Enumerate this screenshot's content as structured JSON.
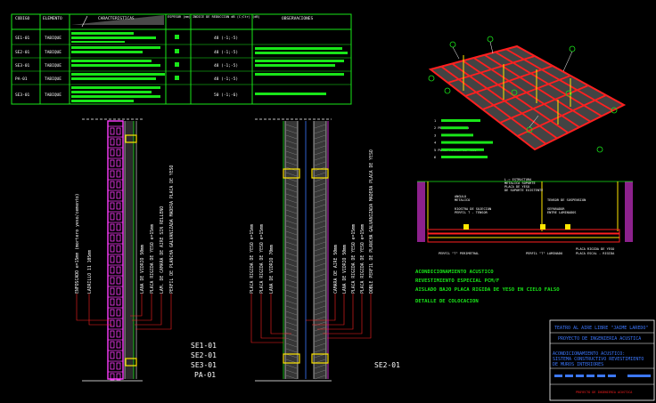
{
  "table": {
    "headers": [
      "CODIGO",
      "ELEMENTO",
      "CARACTERISTICAS",
      "ESPESOR (mm)",
      "INDICE DE REDUCCION dB (C;Ctr) (dB)",
      "OBSERVACIONES"
    ],
    "rows": [
      {
        "code": "SE1-01",
        "element": "TABIQUE",
        "rw": "48 (-1;-5)"
      },
      {
        "code": "SE2-01",
        "element": "TABIQUE",
        "rw": "48 (-1;-5)"
      },
      {
        "code": "SE3-01",
        "element": "TABIQUE",
        "rw": "48 (-1;-5)"
      },
      {
        "code": "PA-01",
        "element": "TABIQUE",
        "rw": "48 (-1;-5)"
      },
      {
        "code": "SE3-01",
        "element": "TABIQUE",
        "rw": "50 (-1;-6)"
      }
    ]
  },
  "section_left": {
    "labels": [
      "ENFOSCADO e=15mm (mortero yeso/cemento)",
      "LADRILLO 11 105mm",
      "LANA DE VIDRIO 50mm",
      "PLACA RIGIDA DE YESO e=15mm",
      "LAM. DE CAMARA DE AIRE SIN RELLENO",
      "PERFIL DE PLANCHA GALVANIZADA MADERA PLACA DE YESO"
    ],
    "codes": [
      "SE1-01",
      "SE2-01",
      "SE3-01",
      "PA-01"
    ]
  },
  "section_right": {
    "labels": [
      "PLACA RIGIDA DE YESO e=15mm",
      "PLACA RIGIDA DE YESO e=15mm",
      "LANA DE VIDRIO 70mm",
      "CAMARA DE AIRE 50mm",
      "LANA DE VIDRIO 50mm",
      "PLACA RIGIDA DE YESO e=15mm",
      "PLACA RIGIDA DE YESO e=15mm",
      "DOBLE PERFIL DE PLANCHA GALVANIZADA MADERA PLACA DE YESO"
    ],
    "code": "SE2-01"
  },
  "ceiling_legend": {
    "items": [
      "1",
      "2  PERFIL T ACERADO",
      "3",
      "4",
      "5  PLACA RIGIDA DE YESO",
      "6"
    ]
  },
  "ceiling_detail": {
    "top_labels": [
      "L.= ESTRUCTURA",
      "METALICA SOPORTE",
      "PLACA DE YESO",
      "DE SOPORTE EXISTENTE"
    ],
    "left_labels": [
      "ANGULO",
      "METALICO",
      "RIOSTRA DE SUJECION",
      "PERFIL T - TENSOR"
    ],
    "right_labels": [
      "TENSOR DE SUSPENSION",
      "SEPARADOR",
      "ENTRE LAMINADOS"
    ],
    "bottom_labels": [
      "PERFIL \"T\" PERIMETRAL",
      "PERFIL \"T\" LAMINADO",
      "PLACA RIGIDA DE YESO",
      "PLACA ESCAL - RIGIDA"
    ]
  },
  "notes": [
    "ACONDICIONAMIENTO ACUSTICO",
    "REVESTIMIENTO ESPECIAL PCM/F",
    "AISLADO BAJO PLACA RIGIDA DE YESO EN CIELO FALSO",
    "DETALLE DE COLOCACION"
  ],
  "title_block": {
    "line1": "TEATRO AL AIRE LIBRE \"JAIME LAREDO\"",
    "line2": "PROYECTO DE INGENIERIA ACUSTICA",
    "line3": "ACONDICIONAMIENTO ACUSTICO:",
    "line4": "SISTEMA CONSTRUCTIVO REVESTIMIENTO",
    "line5": "DE MUROS INTERIORES",
    "footer": "PROYECTO DE INGENIERIA ACUSTICA"
  },
  "colors": {
    "green": "#19e619",
    "red": "#ff2020",
    "magenta": "#ff3cff",
    "yellow": "#ffe600",
    "blue": "#3c78ff",
    "cyan": "#00e6e6",
    "white": "#ffffff",
    "grey": "#7a7a7a"
  }
}
